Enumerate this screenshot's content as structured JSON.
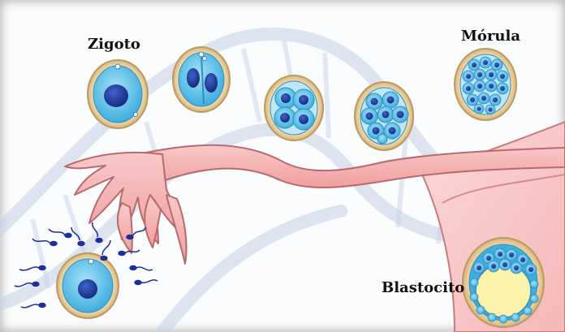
{
  "labels": {
    "zygote": "Zigoto",
    "morula": "Mórula",
    "blastocyst": "Blastocito"
  },
  "colors": {
    "zona": "#f1d7a6",
    "zona_rim": "#b99a65",
    "cytoplasm": "#69c4ec",
    "nucleus": "#1f3e9a",
    "tube": "#f5b5b6",
    "tube_edge": "#b76a6c",
    "dna_watermark": "#c5d2e6",
    "yolk": "#fbf3a8",
    "sperm": "#1a2f9b"
  },
  "stages": [
    {
      "name": "zygote-cell",
      "cells": 1
    },
    {
      "name": "two-cell-stage",
      "cells": 2
    },
    {
      "name": "four-cell-stage",
      "cells": 4
    },
    {
      "name": "eight-cell-stage",
      "cells": 8
    },
    {
      "name": "morula-stage",
      "cells": 16
    }
  ]
}
